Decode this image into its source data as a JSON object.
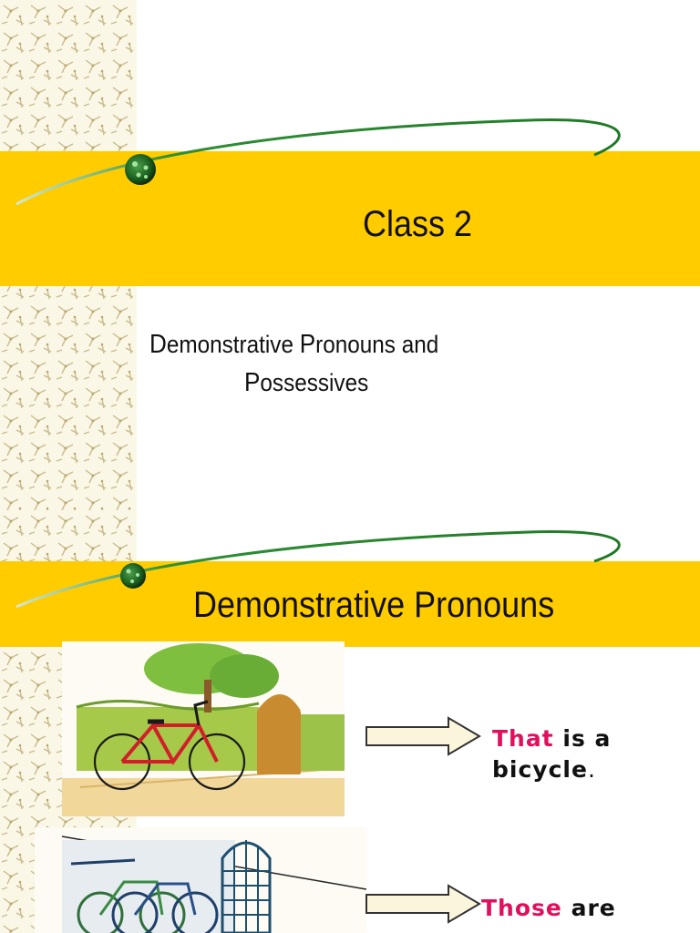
{
  "slide1": {
    "title": "Class 2",
    "subtitle_line1": {
      "c1": "D",
      "r1": "emonstrative ",
      "c2": "P",
      "r2": "ronouns and"
    },
    "subtitle_line2": {
      "c1": "P",
      "r1": "ossessives"
    }
  },
  "slide2": {
    "title": "Demonstrative Pronouns",
    "example1": {
      "pronoun": "That",
      "rest_line1": " is a",
      "line2": "bicycle",
      "end": "."
    },
    "example2": {
      "pronoun": "Those",
      "rest_line1": " are"
    }
  },
  "colors": {
    "band": "#ffcc00",
    "highlight": "#e0105f",
    "swoosh": "#1f8a2a"
  },
  "icons": [
    "decorative-pattern",
    "green-swoosh",
    "green-orb",
    "arrow-right-icon"
  ]
}
